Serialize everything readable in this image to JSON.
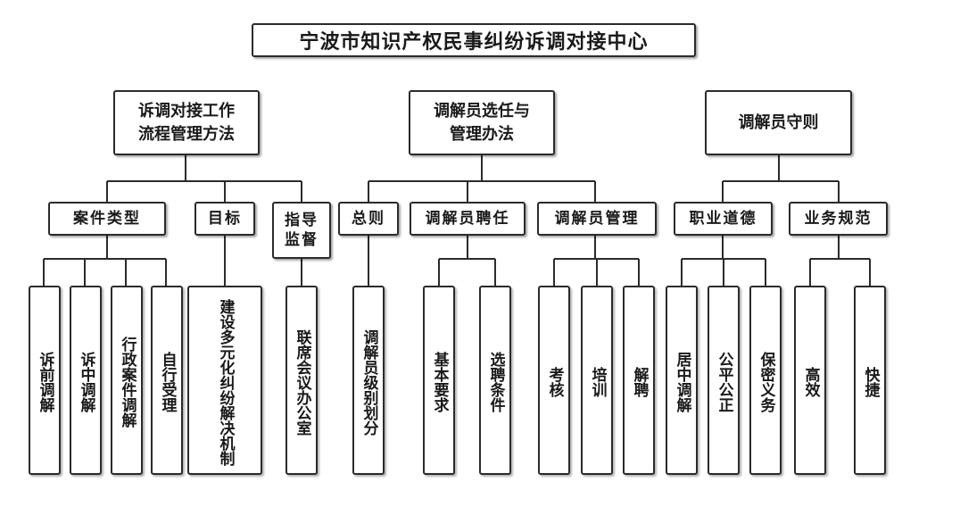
{
  "title": "宁波市知识产权民事纠纷诉调对接中心",
  "level1": [
    {
      "label_line1": "诉调对接工作",
      "label_line2": "流程管理方法"
    },
    {
      "label_line1": "调解员选任与",
      "label_line2": "管理办法"
    },
    {
      "label_line1": "调解员守则",
      "label_line2": ""
    }
  ],
  "level2": [
    {
      "label": "案件类型"
    },
    {
      "label": "目标"
    },
    {
      "label_line1": "指导",
      "label_line2": "监督"
    },
    {
      "label": "总则"
    },
    {
      "label": "调解员聘任"
    },
    {
      "label": "调解员管理"
    },
    {
      "label": "职业道德"
    },
    {
      "label": "业务规范"
    }
  ],
  "leaves": [
    {
      "label": "诉前调解"
    },
    {
      "label": "诉中调解"
    },
    {
      "label": "行政案件调解"
    },
    {
      "label": "自行受理"
    },
    {
      "label_col1": "建设多元化",
      "label_col2": "纠纷解决机制"
    },
    {
      "label": "联席会议办公室"
    },
    {
      "label": "调解员级别划分"
    },
    {
      "label": "基本要求"
    },
    {
      "label": "选聘条件"
    },
    {
      "label": "考核"
    },
    {
      "label": "培训"
    },
    {
      "label": "解聘"
    },
    {
      "label": "居中调解"
    },
    {
      "label": "公平公正"
    },
    {
      "label": "保密义务"
    },
    {
      "label": "高效"
    },
    {
      "label": "快捷"
    }
  ]
}
